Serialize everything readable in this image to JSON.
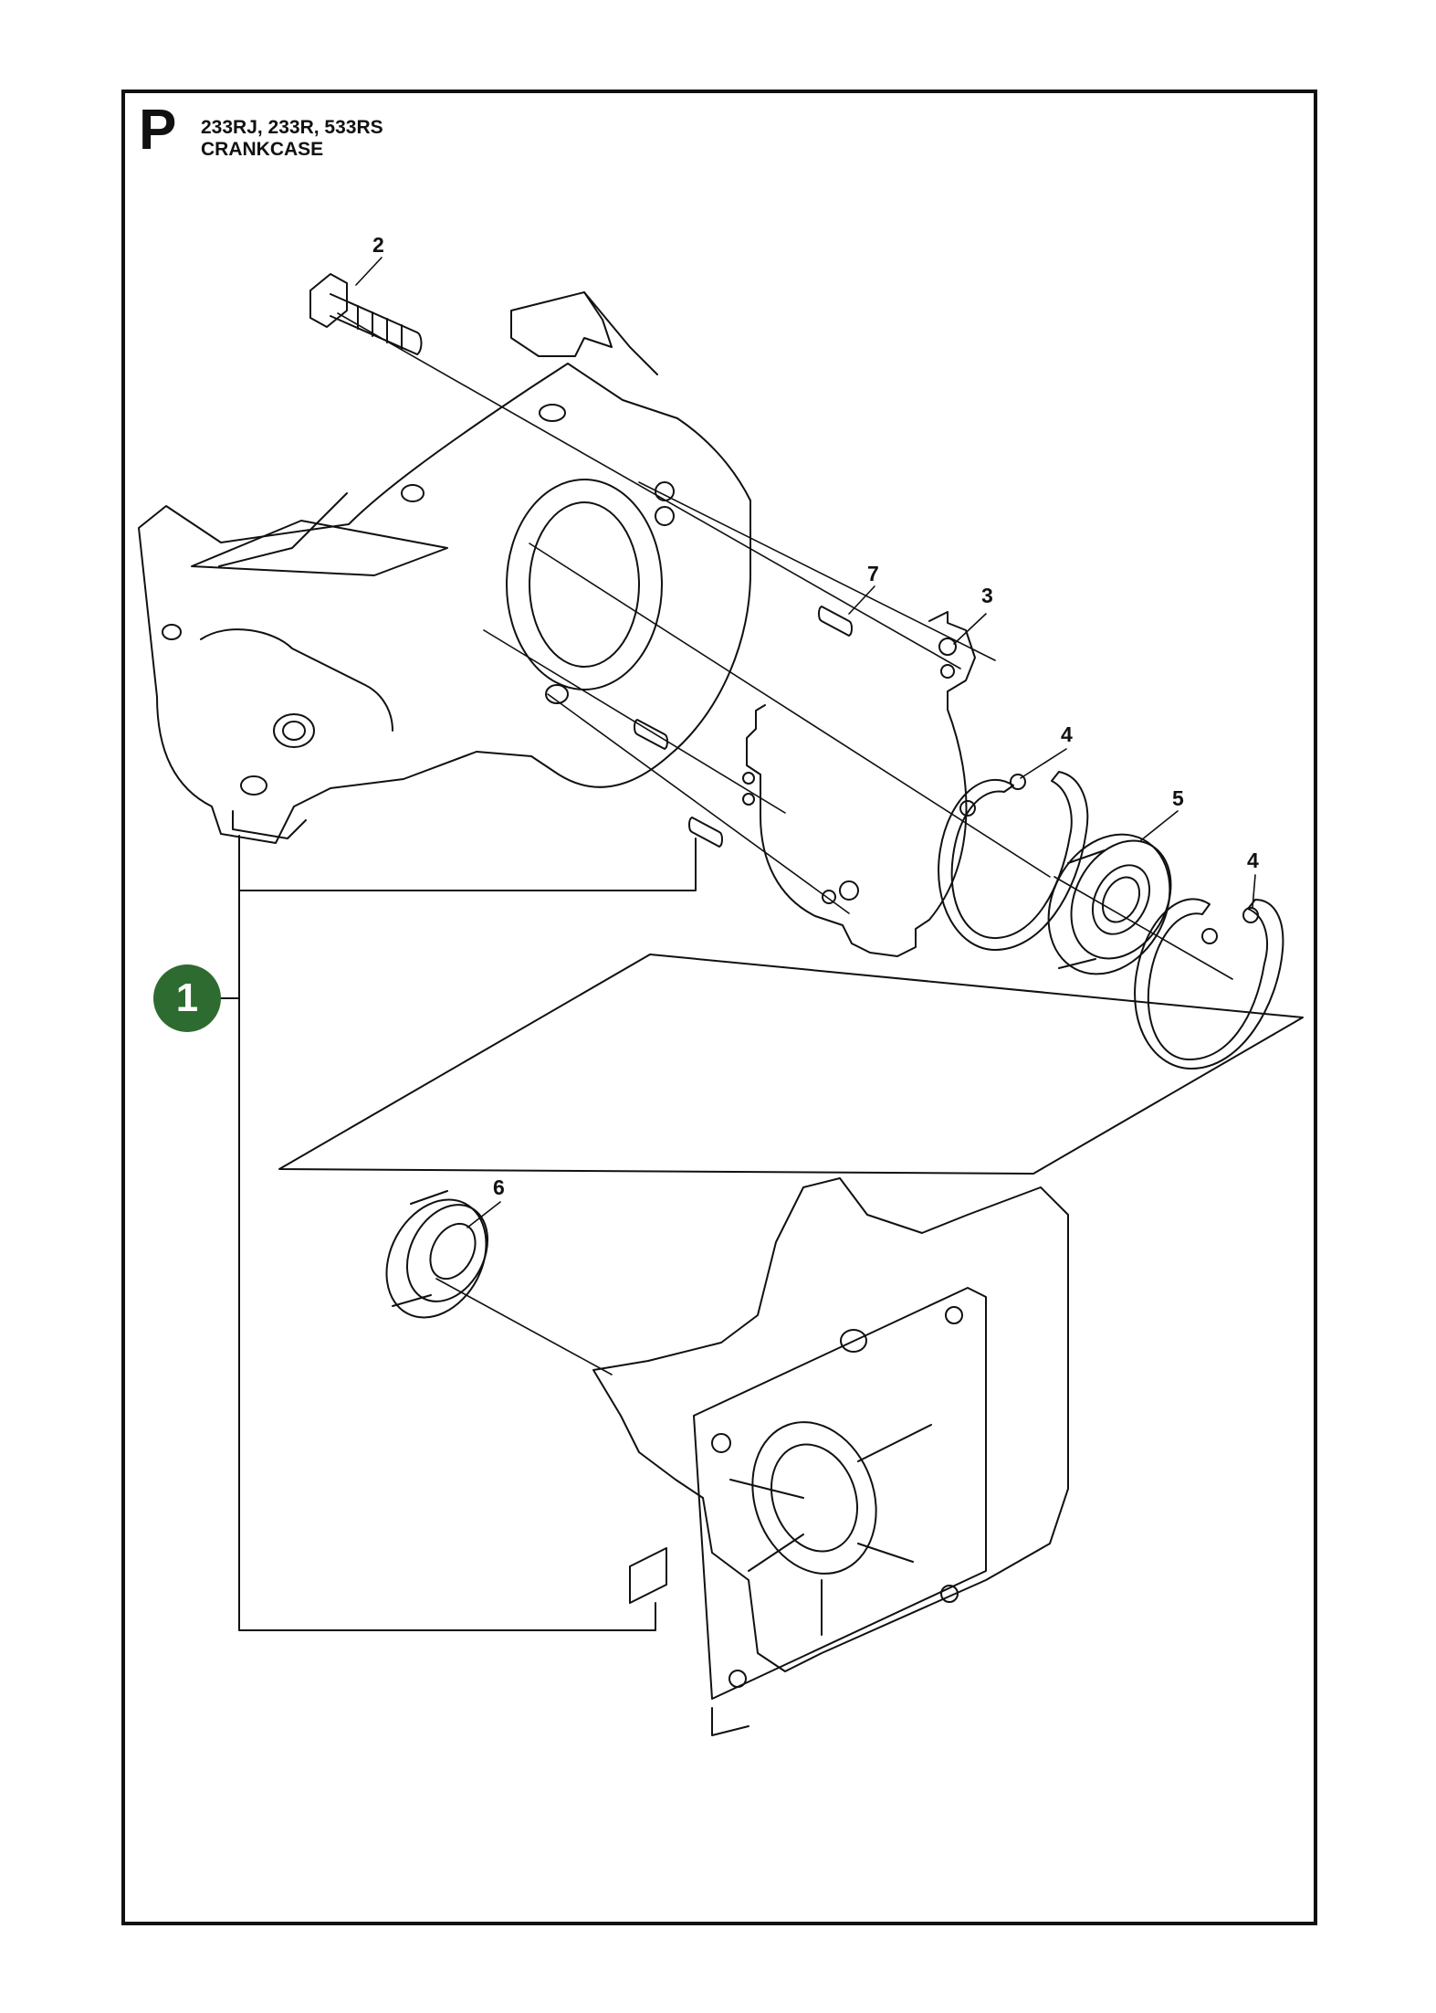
{
  "header": {
    "section_letter": "P",
    "models": "233RJ, 233R, 533RS",
    "title": "CRANKCASE"
  },
  "assembly_badge": "1",
  "callouts": [
    {
      "id": "2",
      "part": "screw"
    },
    {
      "id": "7",
      "part": "guide-pin"
    },
    {
      "id": "3",
      "part": "gasket"
    },
    {
      "id": "4",
      "part": "circlip"
    },
    {
      "id": "5",
      "part": "ball-bearing"
    },
    {
      "id": "4",
      "part": "circlip"
    },
    {
      "id": "6",
      "part": "seal-ring"
    }
  ],
  "colors": {
    "badge": "#2e6b30",
    "line": "#111111",
    "background": "#ffffff"
  }
}
